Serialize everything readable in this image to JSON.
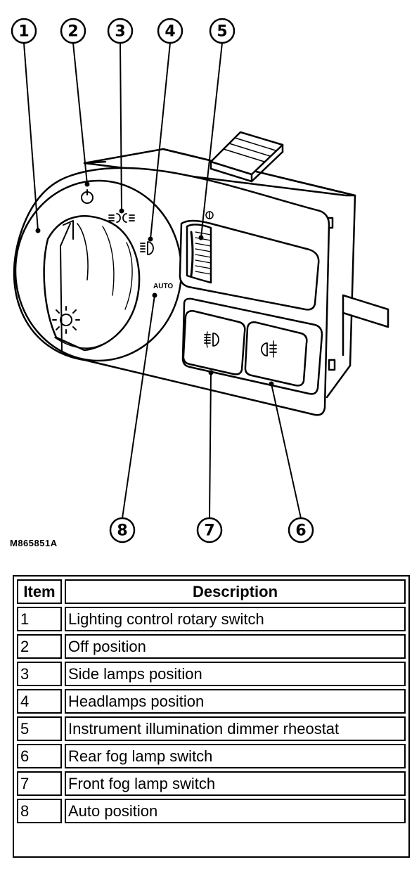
{
  "figure": {
    "reference_code": "M865851A",
    "callouts": [
      "1",
      "2",
      "3",
      "4",
      "5",
      "6",
      "7",
      "8"
    ],
    "switch_labels": {
      "auto": "AUTO"
    },
    "icons": [
      "off-position-icon",
      "side-lamps-icon",
      "headlamp-icon",
      "dimmer-icon",
      "front-fog-icon",
      "rear-fog-icon",
      "interior-light-icon"
    ]
  },
  "legend": {
    "headers": {
      "item": "Item",
      "description": "Description"
    },
    "rows": [
      {
        "item": "1",
        "description": "Lighting control rotary switch"
      },
      {
        "item": "2",
        "description": "Off position"
      },
      {
        "item": "3",
        "description": "Side lamps position"
      },
      {
        "item": "4",
        "description": "Headlamps position"
      },
      {
        "item": "5",
        "description": "Instrument illumination dimmer rheostat"
      },
      {
        "item": "6",
        "description": "Rear fog lamp switch"
      },
      {
        "item": "7",
        "description": "Front fog lamp switch"
      },
      {
        "item": "8",
        "description": "Auto position"
      }
    ]
  }
}
